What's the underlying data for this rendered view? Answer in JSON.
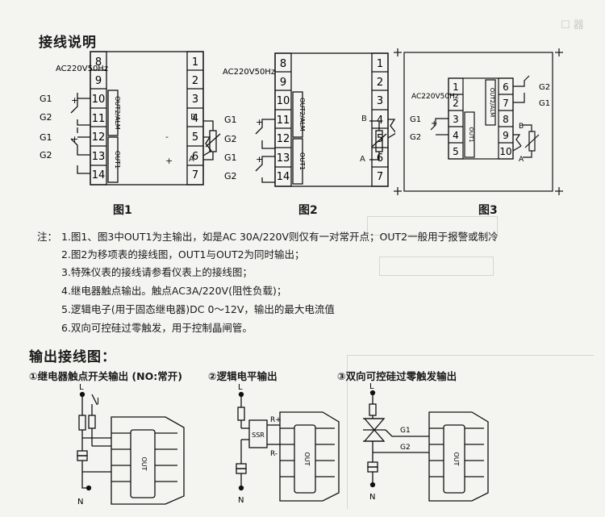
{
  "section1_title": "接线说明",
  "diagrams": {
    "ac_label": "AC220V50Hz",
    "out1": "OUT1",
    "out2": "OUT2/ALM",
    "g1": "G1",
    "g2": "G2",
    "plus": "+",
    "minus": "-",
    "b": "B",
    "a": "A",
    "fig1": {
      "left_terminals": [
        "8",
        "9",
        "10",
        "11",
        "12",
        "13",
        "14"
      ],
      "right_terminals": [
        "1",
        "2",
        "3",
        "4",
        "5",
        "6",
        "7"
      ],
      "caption": "图1"
    },
    "fig2": {
      "left_terminals": [
        "8",
        "9",
        "10",
        "11",
        "12",
        "13",
        "14"
      ],
      "right_terminals": [
        "1",
        "2",
        "3",
        "4",
        "5",
        "6",
        "7"
      ],
      "caption": "图2"
    },
    "fig3": {
      "left_terminals": [
        "1",
        "2",
        "3",
        "4",
        "5"
      ],
      "right_terminals": [
        "6",
        "7",
        "8",
        "9",
        "10"
      ],
      "caption": "图3"
    }
  },
  "notes": {
    "prefix": "注：",
    "items": [
      "1.图1、图3中OUT1为主输出，如是AC 30A/220V则仅有一对常开点；OUT2一般用于报警或制冷",
      "2.图2为移项表的接线图，OUT1与OUT2为同时输出；",
      "3.特殊仪表的接线请参看仪表上的接线图；",
      "4.继电器触点输出。触点AC3A/220V(阻性负载)；",
      "5.逻辑电子(用于固态继电器)DC 0～12V，输出的最大电流值",
      "6.双向可控硅过零触发，用于控制晶闸管。"
    ]
  },
  "section2_title": "输出接线图：",
  "output_diagrams": [
    {
      "title": "①继电器触点开关输出 (NO:常开)",
      "labels": [
        "L",
        "J",
        "N",
        "OUT"
      ]
    },
    {
      "title": "②逻辑电平输出",
      "labels": [
        "L",
        "SSR",
        "R+",
        "R-",
        "N",
        "OUT"
      ]
    },
    {
      "title": "③双向可控硅过零触发输出",
      "labels": [
        "L",
        "G1",
        "G2",
        "N",
        "OUT"
      ]
    }
  ]
}
